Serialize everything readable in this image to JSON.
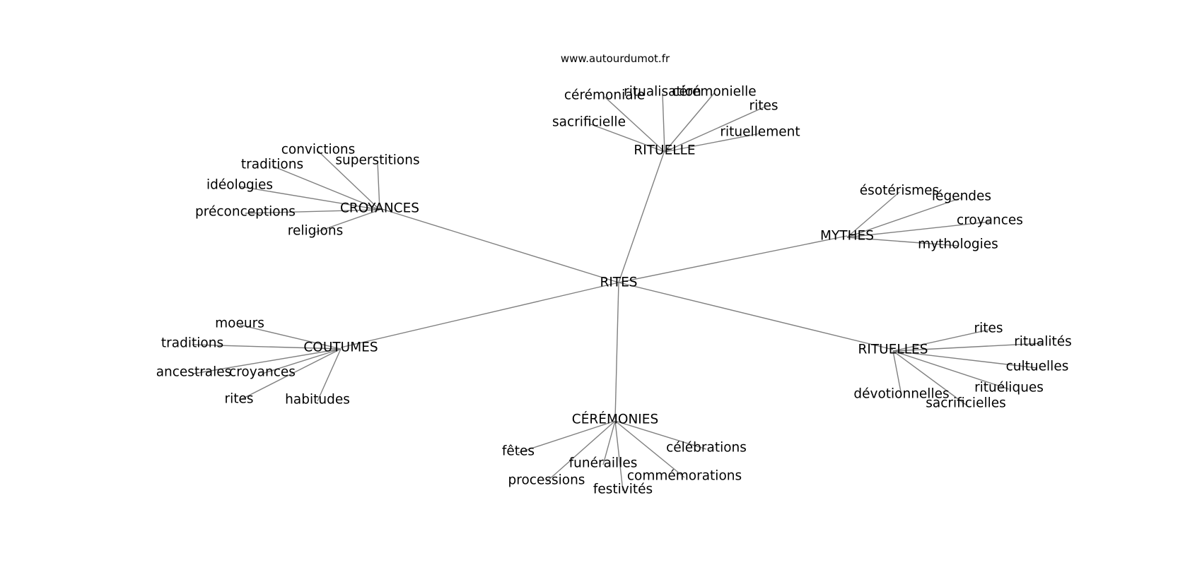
{
  "watermark": "www.autourdumot.fr",
  "colors": {
    "edge": "#808080",
    "text": "#000000",
    "background": "#ffffff"
  },
  "center": "RITES",
  "clusters": [
    {
      "hub": "RITUELLE",
      "words": [
        "cérémoniale",
        "ritualisation",
        "cérémonielle",
        "rites",
        "sacrificielle",
        "rituellement"
      ]
    },
    {
      "hub": "CROYANCES",
      "words": [
        "convictions",
        "superstitions",
        "traditions",
        "idéologies",
        "préconceptions",
        "religions"
      ]
    },
    {
      "hub": "MYTHES",
      "words": [
        "ésotérismes",
        "légendes",
        "croyances",
        "mythologies"
      ]
    },
    {
      "hub": "COUTUMES",
      "words": [
        "moeurs",
        "traditions",
        "ancestrales",
        "croyances",
        "rites",
        "habitudes"
      ]
    },
    {
      "hub": "RITUELLES",
      "words": [
        "rites",
        "ritualités",
        "cultuelles",
        "rituéliques",
        "dévotionnelles",
        "sacrificielles"
      ]
    },
    {
      "hub": "CÉRÉMONIES",
      "words": [
        "fêtes",
        "célébrations",
        "funérailles",
        "commémorations",
        "processions",
        "festivités"
      ]
    }
  ]
}
